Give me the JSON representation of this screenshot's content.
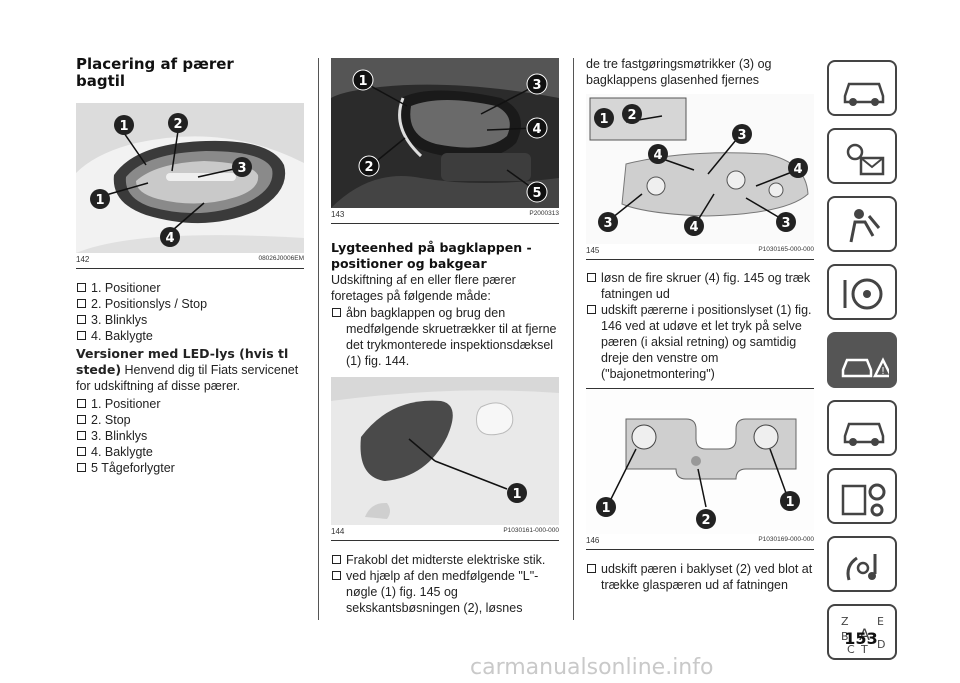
{
  "col1": {
    "title": "Placering af pærer bagtil",
    "fig142": {
      "number": "142",
      "code": "08026J0006EM"
    },
    "list1": [
      "1. Positioner",
      "2. Positionslys / Stop",
      "3. Blinklys",
      "4. Baklygte"
    ],
    "heading2": "Versioner med LED-lys (hvis tl stede)",
    "heading2_text": "Henvend dig til Fiats servicenet for udskiftning af disse pærer.",
    "list2": [
      "1. Positioner",
      "2. Stop",
      "3. Blinklys",
      "4. Baklygte",
      "5 Tågeforlygter"
    ]
  },
  "col2": {
    "fig143": {
      "number": "143",
      "code": "P2000313"
    },
    "heading": "Lygteenhed på bagklappen - positioner og bakgear",
    "intro": "Udskiftning af en eller flere pærer foretages på følgende måde:",
    "step1": "åbn bagklappen og brug den medfølgende skruetrækker til at fjerne det trykmonterede inspektionsdæksel (1) fig. 144.",
    "fig144": {
      "number": "144",
      "code": "P1030161-000-000"
    },
    "step2": "Frakobl det midterste elektriske stik.",
    "step3": "ved hjælp af den medfølgende \"L\"-nøgle (1) fig. 145 og sekskantsbøsningen (2), løsnes"
  },
  "col3": {
    "continuation": "de tre fastgøringsmøtrikker (3) og bagklappens glasenhed fjernes",
    "fig145": {
      "number": "145",
      "code": "P1030165-000-000"
    },
    "step4": "løsn de fire skruer (4) fig. 145 og træk fatningen ud",
    "step5": "udskift pærerne i positionslyset (1) fig. 146 ved at udøve et let tryk på selve pæren (i aksial retning) og samtidig dreje den venstre om (\"bajonetmontering\")",
    "fig146": {
      "number": "146",
      "code": "P1030169-000-000"
    },
    "step6": "udskift pæren i baklyset (2) ved blot at trække glaspæren ud af fatningen"
  },
  "sidebar": {
    "tabs": [
      "car-icon",
      "warning-lights-icon",
      "airbag-icon",
      "steering-wheel-icon",
      "emergency-icon",
      "maintenance-icon",
      "specifications-icon",
      "multimedia-icon",
      "index-icon"
    ],
    "active_index": 4,
    "index_letters": [
      "Z",
      "E",
      "B",
      "A",
      "C",
      "T",
      "D"
    ]
  },
  "page": {
    "number": "153"
  },
  "watermark": "carmanualsonline.info"
}
